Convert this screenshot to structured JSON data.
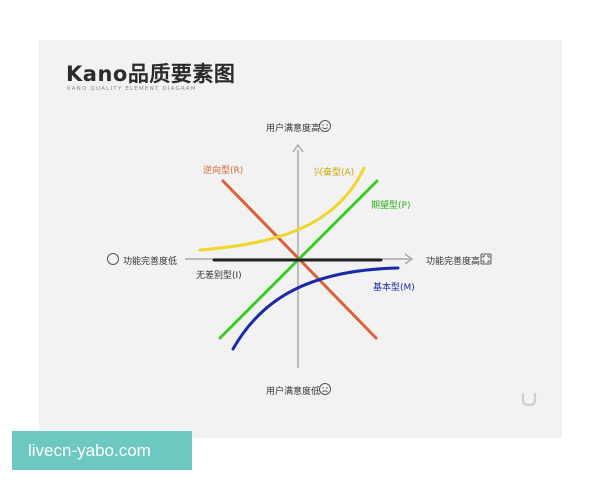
{
  "header": {
    "title": "Kano品质要素图",
    "subtitle": "KANO QUALITY ELEMENT DIAGRAM"
  },
  "axes": {
    "top": "用户满意度高",
    "bottom": "用户满意度低",
    "left": "功能完善度低",
    "right": "功能完善度高"
  },
  "curves": {
    "reverse": {
      "label": "逆向型(R)",
      "color": "#d9623a"
    },
    "attractive": {
      "label": "兴奋型(A)",
      "color": "#f0d62a"
    },
    "performance": {
      "label": "期望型(P)",
      "color": "#3ecb2a"
    },
    "indifferent": {
      "label": "无差别型(I)",
      "color": "#222222"
    },
    "must_be": {
      "label": "基本型(M)",
      "color": "#1a2aa8"
    }
  },
  "colors": {
    "axis": "#aaaaaa",
    "card_bg": "#f2f2f2",
    "watermark_bg": "#6ec8c2"
  },
  "watermark": {
    "text": "livecn-yabo.com"
  }
}
